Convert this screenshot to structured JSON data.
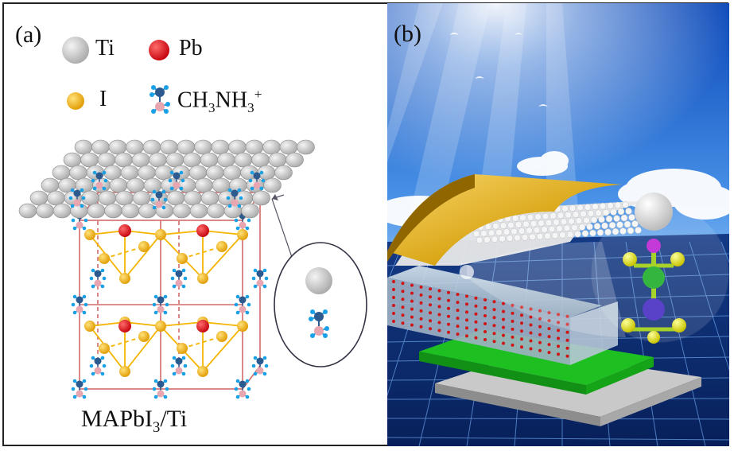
{
  "panel_a": {
    "label": "(a)",
    "legend": {
      "ti": "Ti",
      "pb": "Pb",
      "i": "I",
      "mol_main": "CH",
      "mol_sub1": "3",
      "mol_mid": "NH",
      "mol_sub2": "3",
      "mol_sup": "+"
    },
    "caption_main": "MAPbI",
    "caption_sub": "3",
    "caption_tail": "/Ti"
  },
  "panel_b": {
    "label": "(b)"
  },
  "colors": {
    "ti": "#c9c9c9",
    "pb": "#e8121c",
    "iodine": "#f5b400",
    "ch3nh3_n": "#2d5a8e",
    "ch3nh3_c": "#e8a7b0",
    "ch3nh3_h": "#1aa0e6",
    "cell_edge": "#d46a6a",
    "gold_layer": "#e3b21f",
    "green_layer": "#19b51e"
  }
}
